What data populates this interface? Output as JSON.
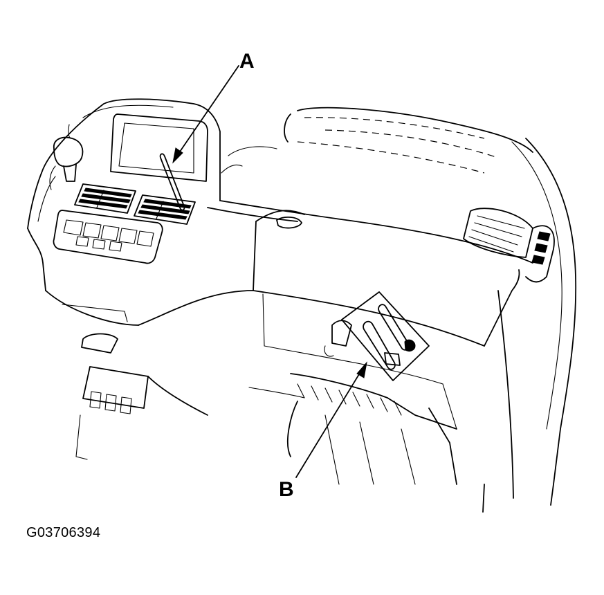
{
  "callouts": {
    "a": "A",
    "b": "B"
  },
  "figure_id": "G03706394"
}
